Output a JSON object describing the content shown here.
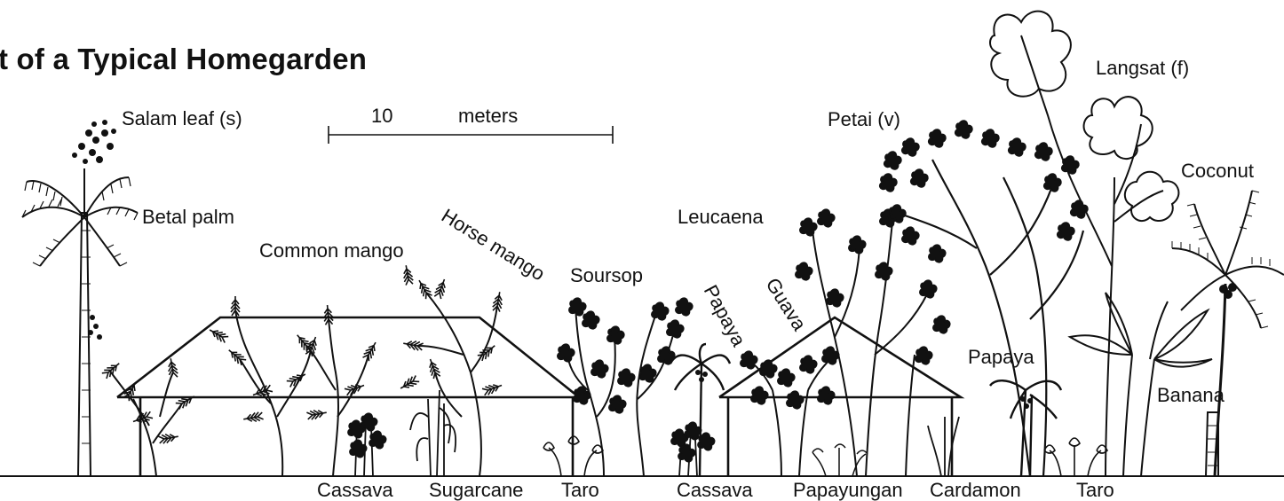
{
  "title": "t of a Typical Homegarden",
  "scale_bar": {
    "number": "10",
    "unit": "meters"
  },
  "labels": {
    "salam_leaf": "Salam leaf (s)",
    "betal_palm": "Betal palm",
    "common_mango": "Common mango",
    "horse_mango": "Horse mango",
    "soursop": "Soursop",
    "papaya_mid": "Papaya",
    "guava": "Guava",
    "leucaena": "Leucaena",
    "petai": "Petai (v)",
    "langsat": "Langsat (f)",
    "coconut": "Coconut",
    "papaya_right": "Papaya",
    "banana": "Banana",
    "cassava_1": "Cassava",
    "sugarcane": "Sugarcane",
    "taro_1": "Taro",
    "cassava_2": "Cassava",
    "papayungan": "Papayungan",
    "cardamon": "Cardamon",
    "taro_2": "Taro"
  },
  "colors": {
    "ink": "#111111",
    "background": "#ffffff"
  }
}
